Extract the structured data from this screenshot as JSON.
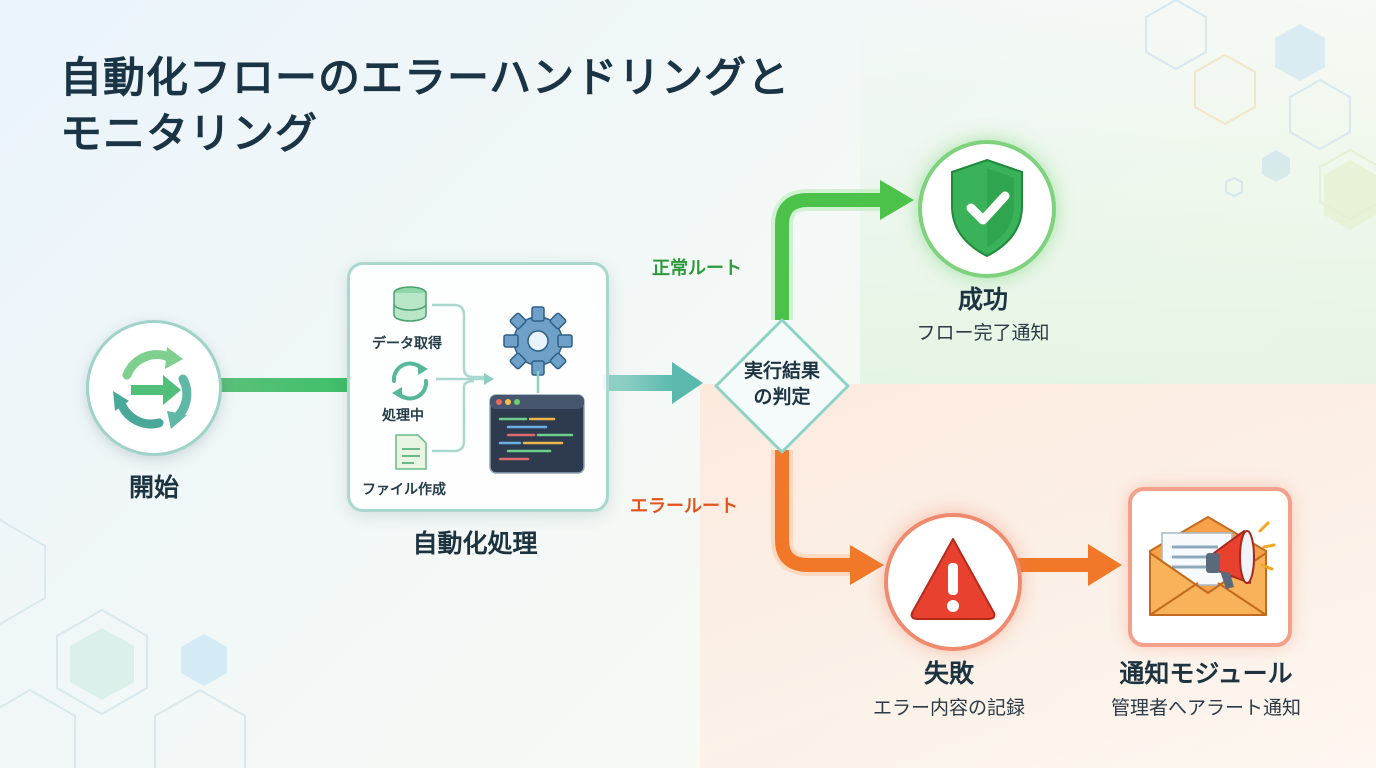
{
  "title": {
    "line1": "自動化フローのエラーハンドリングと",
    "line2": "モニタリング"
  },
  "start": {
    "label": "開始",
    "icon": "cycle-arrows-icon"
  },
  "process": {
    "label": "自動化処理",
    "steps": [
      {
        "label": "データ取得",
        "icon": "database-icon"
      },
      {
        "label": "処理中",
        "icon": "refresh-icon"
      },
      {
        "label": "ファイル作成",
        "icon": "document-icon"
      }
    ],
    "icons": [
      "gear-icon",
      "code-window-icon"
    ]
  },
  "decision": {
    "line1": "実行結果",
    "line2": "の判定"
  },
  "routes": {
    "success": "正常ルート",
    "error": "エラールート"
  },
  "success": {
    "title": "成功",
    "subtitle": "フロー完了通知",
    "icon": "shield-check-icon"
  },
  "failure": {
    "title": "失敗",
    "subtitle": "エラー内容の記録",
    "icon": "warning-triangle-icon"
  },
  "notification": {
    "title": "通知モジュール",
    "subtitle": "管理者へアラート通知",
    "icon": "envelope-megaphone-icon"
  },
  "colors": {
    "success": "#4cc24a",
    "error": "#f07828",
    "process": "#5cc07a",
    "title": "#1a3445"
  }
}
